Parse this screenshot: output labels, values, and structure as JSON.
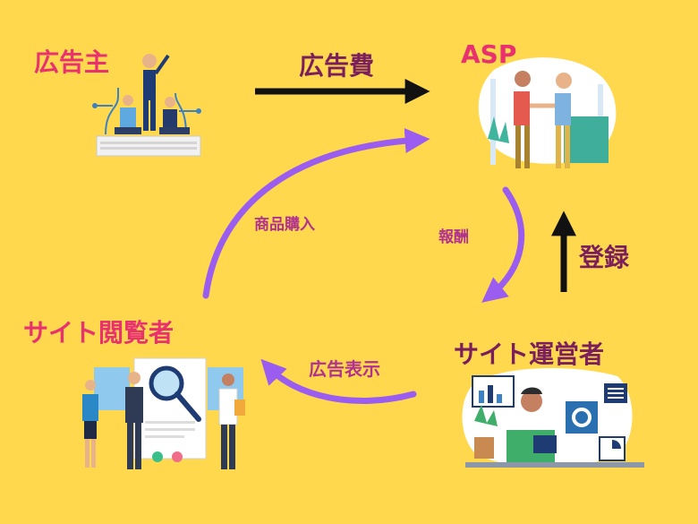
{
  "colors": {
    "background": "#FFD84D",
    "pink_label": "#E8316E",
    "purple_label": "#B0318E",
    "dark_label": "#7A1F5C",
    "arrow_black": "#111111",
    "arrow_purple": "#9B5CF0"
  },
  "nodes": {
    "advertiser": {
      "label": "広告主",
      "icon": "business-team-illustration"
    },
    "asp": {
      "label": "ASP",
      "icon": "handshake-illustration"
    },
    "site_visitor": {
      "label": "サイト閲覧者",
      "icon": "visitor-search-illustration"
    },
    "site_operator": {
      "label": "サイト運営者",
      "icon": "operator-laptop-illustration"
    }
  },
  "edges": {
    "ad_fee": {
      "label": "広告費",
      "from": "広告主",
      "to": "ASP"
    },
    "reward": {
      "label": "報酬",
      "from": "ASP",
      "to": "サイト運営者"
    },
    "registration": {
      "label": "登録",
      "from": "サイト運営者",
      "to": "ASP"
    },
    "ad_display": {
      "label": "広告表示",
      "from": "サイト運営者",
      "to": "サイト閲覧者"
    },
    "purchase": {
      "label": "商品購入",
      "from": "サイト閲覧者",
      "to": "ASP"
    }
  }
}
